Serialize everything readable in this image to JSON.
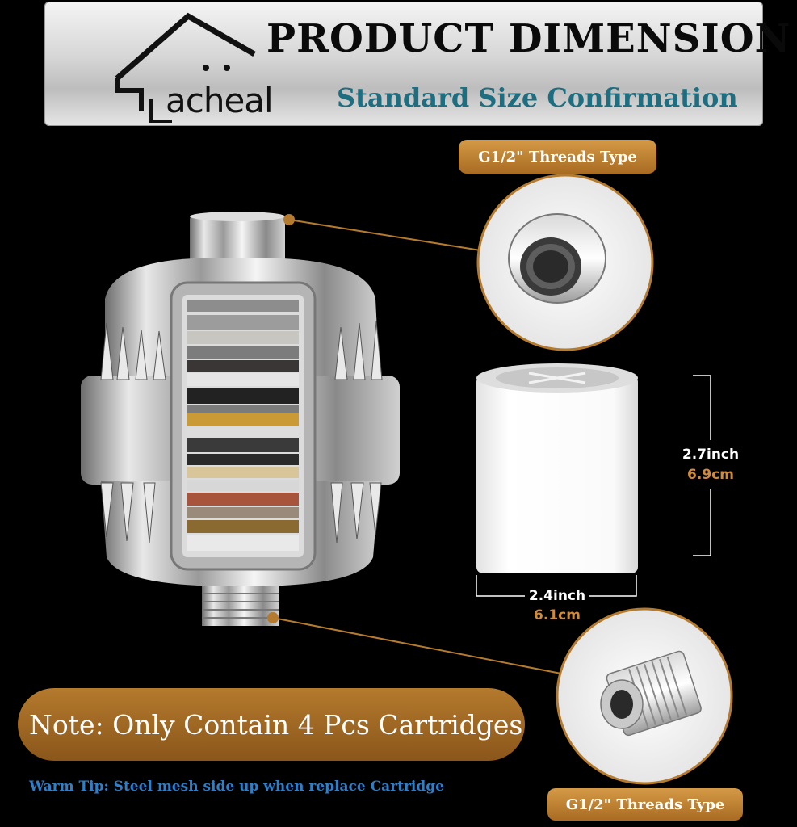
{
  "header": {
    "title": "PRODUCT DIMENSION",
    "subtitle": "Standard Size Confirmation",
    "brand": "acheal"
  },
  "labels": {
    "top_thread": "G1/2\" Threads Type",
    "bottom_thread": "G1/2\" Threads Type"
  },
  "dimensions": {
    "height_in": "2.7inch",
    "height_cm": "6.9cm",
    "width_in": "2.4inch",
    "width_cm": "6.1cm"
  },
  "note": "Note: Only Contain 4 Pcs Cartridges",
  "tip": "Warm Tip: Steel mesh side up when replace Cartridge",
  "colors": {
    "accent": "#b47a2d",
    "subtitle": "#1d6e80",
    "tip": "#2e7fc8",
    "dim_cm": "#d08a3a"
  }
}
